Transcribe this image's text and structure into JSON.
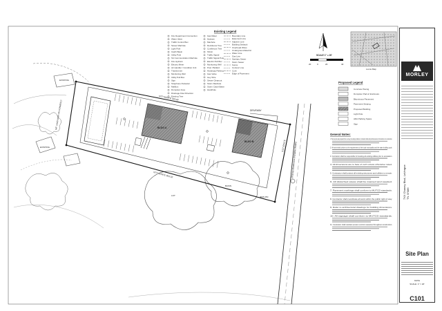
{
  "existing_legend": {
    "title": "Existing Legend",
    "left_items": [
      "Fire Department Connection",
      "Water Valve",
      "Traffic Control Box",
      "Sewer Manhole",
      "Light Pole",
      "Catch Basin",
      "Utility Pole",
      "Tel Communication Manhole",
      "Fire Hydrant",
      "Electric Meter",
      "Air Handler / Condition Unit",
      "Transformer",
      "Monitoring Well",
      "Utility Pull Box",
      "Sign",
      "Telephone Pedestal",
      "Mailbox",
      "Dumpster Area",
      "Drainage Flow Direction",
      "Existing Tree"
    ],
    "mid_items": [
      "Gas Meter",
      "Hydrant",
      "Manhole",
      "Deciduous Tree",
      "Coniferous Tree",
      "Shrub",
      "Traffic Signal",
      "Traffic Signal Pole",
      "Electric Pull Box",
      "Monitoring Well",
      "Post / Bollard",
      "Handicap Parking",
      "Gas Valve",
      "Guy Wire",
      "Sewer Cleanout",
      "Storm Manhole",
      "Storm Catch Basin",
      "Handhole"
    ],
    "right_items": [
      "Boundary Line",
      "Easement Line",
      "Adjoiner Line",
      "Building Setback",
      "Overhead Wires",
      "Underground Electric",
      "Water Line",
      "Gas Line",
      "Sanitary Sewer",
      "Storm Sewer",
      "Fence",
      "Contour Line",
      "Curb",
      "Edge of Pavement"
    ]
  },
  "north_arrow": {
    "scale_label": "SCALE 1\" = 20'",
    "scale_ticks": [
      "20",
      "0",
      "20",
      "40"
    ]
  },
  "locus_map": {
    "caption": "Locus Map"
  },
  "proposed_legend": {
    "title": "Proposed Legend",
    "items": [
      "Concrete Paving",
      "Dumpster Pad w/ Enclosure",
      "Bituminous Pavement",
      "Pavement Striping",
      "Proposed Building",
      "Light Pole",
      "ADA Parking Space",
      "Sign"
    ]
  },
  "general_notes": {
    "title": "General Notes:",
    "notes": [
      "1. The site plan was prepared from a survey of existing conditions. Contractor shall verify all dimensions in the field prior to construction.",
      "2. All work shall conform to the requirements of the local municipality and the state building code.",
      "3. Contractor shall be responsible for locating all existing utilities prior to excavation.",
      "4. All dimensions are to face of curb unless otherwise noted.",
      "5. Contractor shall protect all existing structures and utilities to remain.",
      "6. All disturbed areas shall be loamed and seeded.",
      "7. Pavement markings shall conform to MUTCD standards.",
      "8. Contractor shall coordinate all work within the public right of way.",
      "9. Refer to architectural drawings for building dimensions.",
      "10. All signage shall conform to MUTCD standards.",
      "11. Contractor shall maintain erosion control measures throughout construction."
    ]
  },
  "plan_labels": {
    "bearing_top": "N77°49'09\"E 323.43'",
    "bearing_bottom": "N77°43'56\"E 363.16'",
    "bearing_side": "S12°10'51\"E",
    "driveway": "DRIVEWAY",
    "road_right": "Chaney Boulevard (Variable Width)",
    "bldg_a": "BLDG A",
    "bldg_b": "BLDG B",
    "existing_1": "EXISTING",
    "existing_2": "EXISTING",
    "parcel_note": "N/F LAND NOW OR FORMERLY",
    "lot_label": "LOT",
    "pond_label": "BASIN",
    "iron_pin": "IRON PIN"
  },
  "title_block": {
    "firm_name": "MORLEY",
    "address_line1": "7XX Chaney Blvd, LaVergne",
    "address_line2": "TN 37086",
    "sheet_title": "Site Plan",
    "date": "DATE",
    "scale": "SCALE: 1\" = 20'",
    "sheet_number": "C101"
  }
}
